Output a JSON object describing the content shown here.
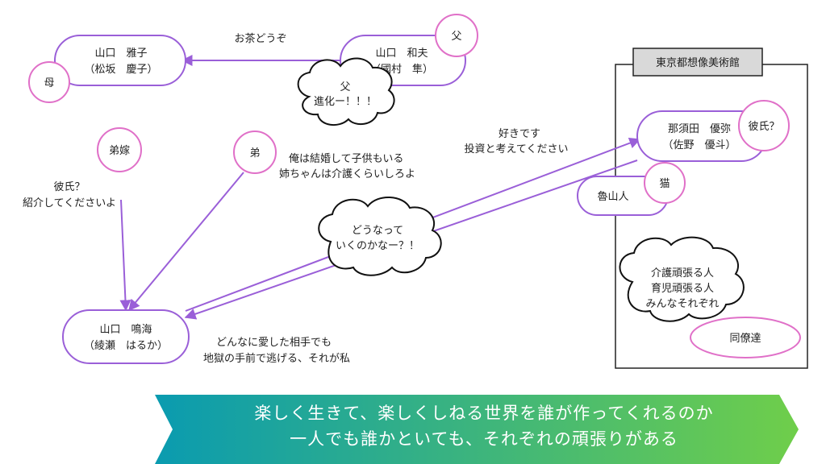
{
  "nodes": {
    "mother": {
      "name": "山口　雅子",
      "actor": "（松坂　慶子）",
      "badge": "母"
    },
    "father": {
      "name": "山口　和夫",
      "actor": "（國村　隼）",
      "badge": "父"
    },
    "main": {
      "name": "山口　鳴海",
      "actor": "（綾瀬　はるか）"
    },
    "boyfriend": {
      "name": "那須田　優弥",
      "actor": "（佐野　優斗）",
      "badge": "彼氏？"
    },
    "cat": {
      "name": "魯山人",
      "badge": "猫"
    },
    "coworkers": {
      "name": "同僚達"
    },
    "brother": {
      "badge": "弟"
    },
    "sister_in_law": {
      "badge": "弟嫁"
    }
  },
  "edges": {
    "father_to_mother": "お茶どうぞ",
    "main_to_boyfriend_line1": "好きです",
    "main_to_boyfriend_line2": "投資と考えてください"
  },
  "clouds": {
    "father": {
      "line1": "父",
      "line2": "進化ー！！！"
    },
    "center": {
      "line1": "どうなって",
      "line2": "いくのかなー？！"
    },
    "museum": {
      "line1": "介護頑張る人",
      "line2": "育児頑張る人",
      "line3": "みんなそれぞれ"
    }
  },
  "quotes": {
    "brother_line1": "俺は結婚して子供もいる",
    "brother_line2": "姉ちゃんは介護くらいしろよ",
    "sister_line1": "彼氏？",
    "sister_line2": "紹介してくださいよ",
    "main_line1": "どんなに愛した相手でも",
    "main_line2": "地獄の手前で逃げる、それが私"
  },
  "museum": {
    "title": "東京都想像美術館"
  },
  "banner": {
    "line1": "楽しく生きて、楽しくしねる世界を誰が作ってくれるのか",
    "line2": "一人でも誰かといても、それぞれの頑張りがある",
    "color_start": "#0a9bb0",
    "color_end": "#6fce4a"
  },
  "colors": {
    "node_border": "#9a5fd8",
    "badge_border": "#e070c8"
  }
}
